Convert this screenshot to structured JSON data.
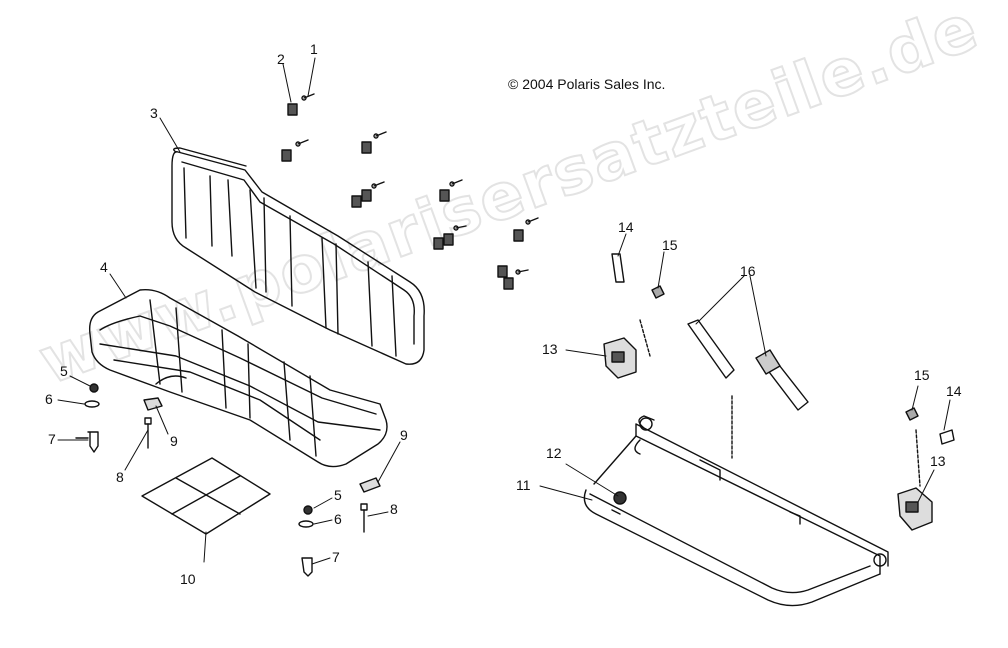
{
  "copyright": "© 2004 Polaris Sales Inc.",
  "watermark": "www.polarisersatzteile.de",
  "callouts": [
    {
      "id": "1",
      "label": "1"
    },
    {
      "id": "2",
      "label": "2"
    },
    {
      "id": "3",
      "label": "3"
    },
    {
      "id": "4",
      "label": "4"
    },
    {
      "id": "5a",
      "label": "5"
    },
    {
      "id": "6a",
      "label": "6"
    },
    {
      "id": "7a",
      "label": "7"
    },
    {
      "id": "8a",
      "label": "8"
    },
    {
      "id": "9a",
      "label": "9"
    },
    {
      "id": "10",
      "label": "10"
    },
    {
      "id": "9b",
      "label": "9"
    },
    {
      "id": "5b",
      "label": "5"
    },
    {
      "id": "6b",
      "label": "6"
    },
    {
      "id": "8b",
      "label": "8"
    },
    {
      "id": "7b",
      "label": "7"
    },
    {
      "id": "14a",
      "label": "14"
    },
    {
      "id": "15a",
      "label": "15"
    },
    {
      "id": "16",
      "label": "16"
    },
    {
      "id": "13a",
      "label": "13"
    },
    {
      "id": "12",
      "label": "12"
    },
    {
      "id": "11",
      "label": "11"
    },
    {
      "id": "15b",
      "label": "15"
    },
    {
      "id": "14b",
      "label": "14"
    },
    {
      "id": "13b",
      "label": "13"
    }
  ]
}
